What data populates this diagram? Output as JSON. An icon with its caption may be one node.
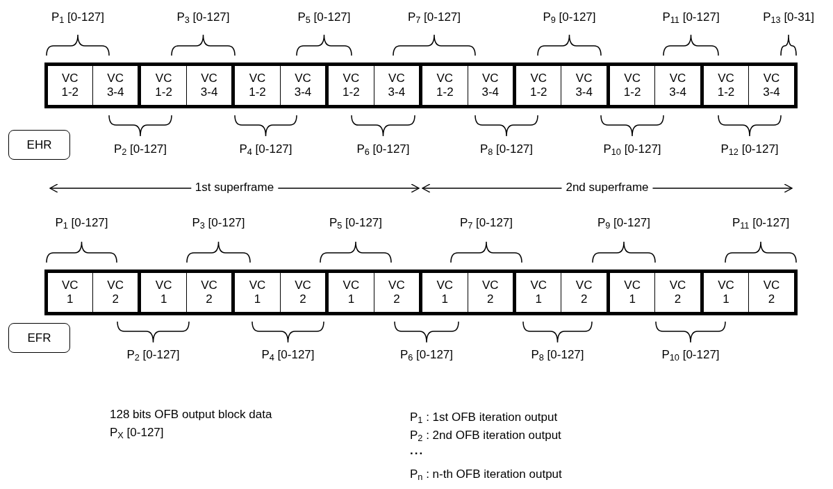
{
  "diagram": {
    "nodes": [
      {
        "text": [],
        "shape": "box"
      },
      {
        "text": [
          "VC 1-2"
        ],
        "in": 0
      },
      {
        "text": [
          "VC 3-4"
        ],
        "in": 0
      },
      {
        "text": [],
        "shape": "box"
      },
      {
        "text": [
          "VC 1-2"
        ],
        "in": 3
      },
      {
        "text": [
          "VC 3-4"
        ],
        "in": 3
      },
      {
        "text": [],
        "shape": "box"
      },
      {
        "text": [
          "VC 1-2"
        ],
        "in": 6
      },
      {
        "text": [
          "VC 3-4"
        ],
        "in": 6
      },
      {
        "text": [],
        "shape": "box"
      },
      {
        "text": [
          "VC 1-2"
        ],
        "in": 9
      },
      {
        "text": [
          "VC 3-4"
        ],
        "in": 9
      },
      {
        "text": [],
        "shape": "box"
      },
      {
        "text": [
          "VC 1-2"
        ],
        "in": 12
      },
      {
        "text": [
          "VC 3-4"
        ],
        "in": 12
      },
      {
        "text": [],
        "shape": "box"
      },
      {
        "text": [
          "VC 1-2"
        ],
        "in": 15
      },
      {
        "text": [
          "VC 3-4"
        ],
        "in": 15
      },
      {
        "text": [],
        "shape": "box"
      },
      {
        "text": [
          "VC 1-2"
        ],
        "in": 18
      },
      {
        "text": [
          "VC 3-4"
        ],
        "in": 18
      },
      {
        "text": [],
        "shape": "box"
      },
      {
        "text": [
          "VC 1-2"
        ],
        "in": 21
      },
      {
        "text": [
          "VC 3-4"
        ],
        "in": 21
      },
      {
        "text": [
          "EHR"
        ]
      },
      {
        "text": [],
        "shape": "box"
      },
      {
        "text": [
          "VC 1"
        ],
        "in": 25
      },
      {
        "text": [
          "VC 2"
        ],
        "in": 25
      },
      {
        "text": [],
        "shape": "box"
      },
      {
        "text": [
          "VC 1"
        ],
        "in": 28
      },
      {
        "text": [
          "VC 2"
        ],
        "in": 28
      },
      {
        "text": [],
        "shape": "box"
      },
      {
        "text": [
          "VC 1"
        ],
        "in": 31
      },
      {
        "text": [
          "VC 2"
        ],
        "in": 31
      },
      {
        "text": [],
        "shape": "box"
      },
      {
        "text": [
          "VC 1"
        ],
        "in": 34
      },
      {
        "text": [
          "VC 2"
        ],
        "in": 34
      },
      {
        "text": [],
        "shape": "box"
      },
      {
        "text": [
          "VC 1"
        ],
        "in": 37
      },
      {
        "text": [
          "VC 2"
        ],
        "in": 37
      },
      {
        "text": [],
        "shape": "box"
      },
      {
        "text": [
          "VC 1"
        ],
        "in": 40
      },
      {
        "text": [
          "VC 2"
        ],
        "in": 40
      },
      {
        "text": [],
        "shape": "box"
      },
      {
        "text": [
          "VC 1"
        ],
        "in": 43
      },
      {
        "text": [
          "VC 2"
        ],
        "in": 43
      },
      {
        "text": [],
        "shape": "box"
      },
      {
        "text": [
          "VC 1"
        ],
        "in": 46
      },
      {
        "text": [
          "VC 2"
        ],
        "in": 46
      },
      {
        "text": [
          "EFR"
        ]
      }
    ],
    "edges": [],
    "labels": [
      "P$_{1}$ [0-127]",
      "P$_{3}$ [0-127]",
      "P$_{5}$ [0-127]",
      "P$_{7}$ [0-127]",
      "P$_{9}$ [0-127]",
      "P$_{11}$ [0-127]",
      "P$_{13}$ [0-31]",
      "P$_{2}$ [0-127]",
      "P$_{4}$ [0-127]",
      "P$_{6}$ [0-127]",
      "P$_{8}$ [0-127]",
      "P$_{10}$ [0-127]",
      "P$_{12}$ [0-127]",
      "1st superframe",
      "2nd superframe",
      "P$_{1}$ [0-127]",
      "P$_{3}$ [0-127]",
      "P$_{5}$ [0-127]",
      "P$_{7}$ [0-127]",
      "P$_{9}$ [0-127]",
      "P$_{11}$ [0-127]",
      "P$_{2}$ [0-127]",
      "P$_{4}$ [0-127]",
      "P$_{6}$ [0-127]",
      "P$_{8}$ [0-127]",
      "P$_{10}$ [0-127]",
      "128 bits OFB output block data",
      "P$_{X}$ [0-127]",
      "P$_{1}$ : 1st OFB iteration output",
      "P$_{2}$ : 2nd OFB iteration output",
      "...",
      "P$_{n}$ : n-th OFB iteration output"
    ]
  }
}
